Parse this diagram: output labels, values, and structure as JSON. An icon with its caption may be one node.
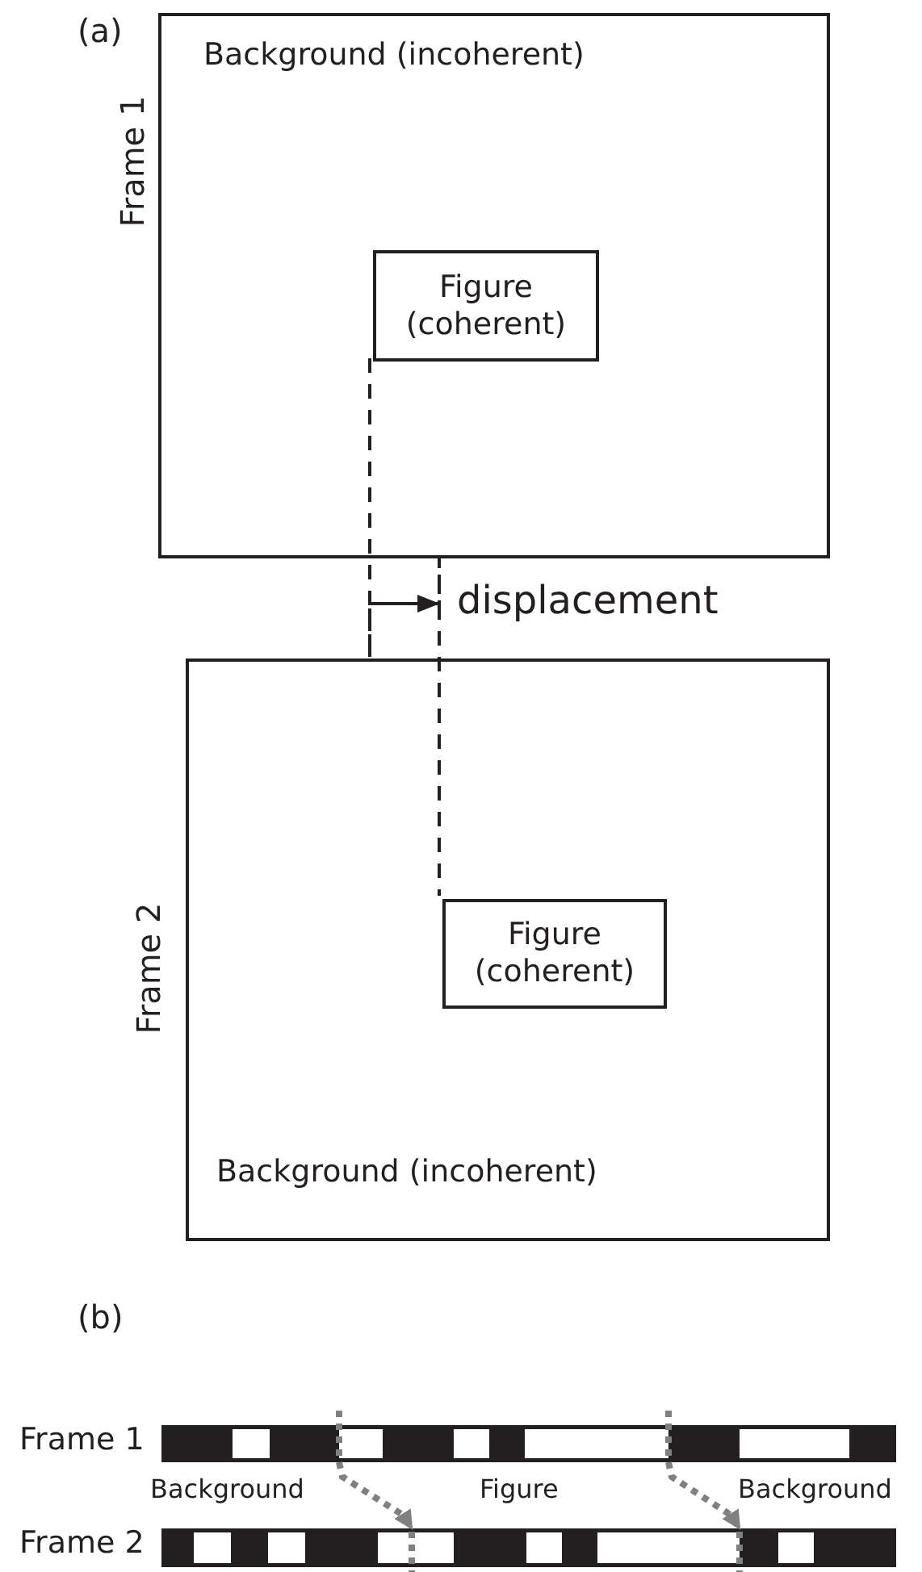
{
  "diagram": {
    "nodes": [
      {
        "text": [
          "Background (incoherent)"
        ],
        "beside": [
          "Frame 1"
        ]
      },
      {
        "text": [
          "Figure (coherent)"
        ],
        "in": 0
      },
      {
        "text": [
          "Background (incoherent)"
        ],
        "beside": [
          "Frame 2"
        ]
      },
      {
        "text": [
          "Figure (coherent)"
        ],
        "in": 2
      },
      {
        "text": [],
        "shape": "bar",
        "beside": [
          "Frame 1"
        ]
      },
      {
        "text": [],
        "shape": "bar",
        "beside": [
          "Frame 2"
        ]
      }
    ],
    "edges": [
      {
        "from": 1,
        "to": 3,
        "arrow": "none",
        "style": "dashed",
        "color": "#231f20"
      },
      {
        "from": 4,
        "to": 5,
        "arrow": "to",
        "style": "dashed",
        "color": "#808080"
      },
      {
        "from": 4,
        "to": 5,
        "arrow": "to",
        "style": "dashed",
        "color": "#808080"
      }
    ],
    "labels": [
      "(a)",
      "displacement",
      "(b)",
      "Background",
      "Figure",
      "Background"
    ]
  }
}
